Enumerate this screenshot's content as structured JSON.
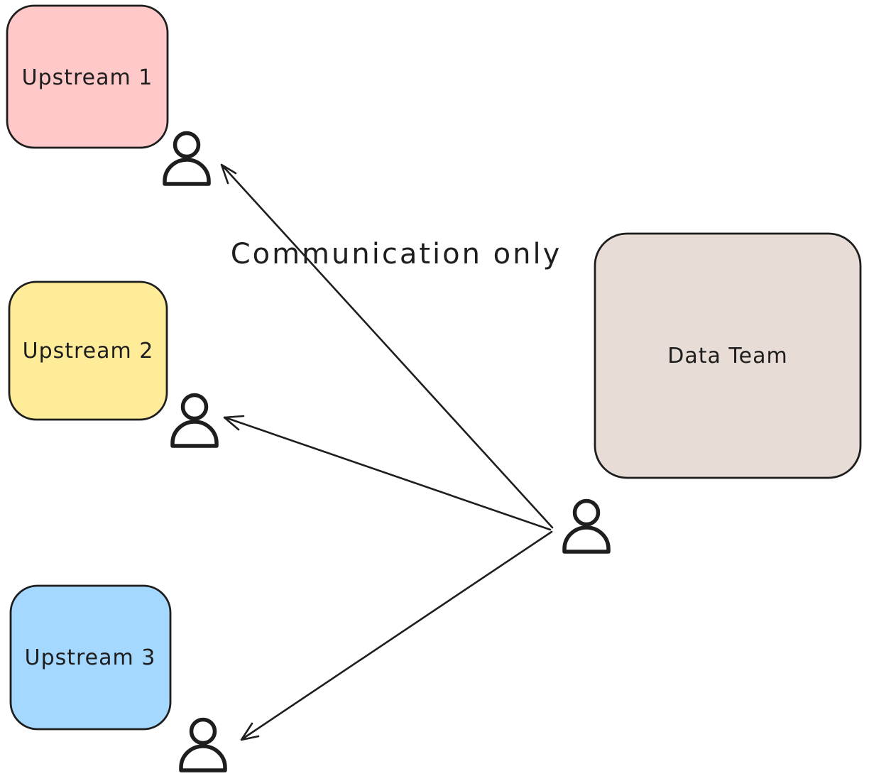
{
  "diagram": {
    "background_color": "#ffffff",
    "ink_color": "#1e1e1e",
    "annotation": {
      "label": "Communication only"
    },
    "nodes": [
      {
        "id": "upstream-1",
        "label": "Upstream 1",
        "fill": "#ffc9c9"
      },
      {
        "id": "upstream-2",
        "label": "Upstream 2",
        "fill": "#ffec99"
      },
      {
        "id": "upstream-3",
        "label": "Upstream 3",
        "fill": "#a5d8ff"
      },
      {
        "id": "data-team",
        "label": "Data Team",
        "fill": "#e8dcd6"
      }
    ],
    "icons": [
      {
        "name": "person-icon-upstream-1",
        "glyph": "person"
      },
      {
        "name": "person-icon-upstream-2",
        "glyph": "person"
      },
      {
        "name": "person-icon-upstream-3",
        "glyph": "person"
      },
      {
        "name": "person-icon-data-team",
        "glyph": "person"
      }
    ],
    "connections": [
      {
        "from": "data-team-person",
        "to": "upstream-1-person",
        "type": "arrow"
      },
      {
        "from": "data-team-person",
        "to": "upstream-2-person",
        "type": "arrow"
      },
      {
        "from": "data-team-person",
        "to": "upstream-3-person",
        "type": "arrow"
      }
    ]
  }
}
